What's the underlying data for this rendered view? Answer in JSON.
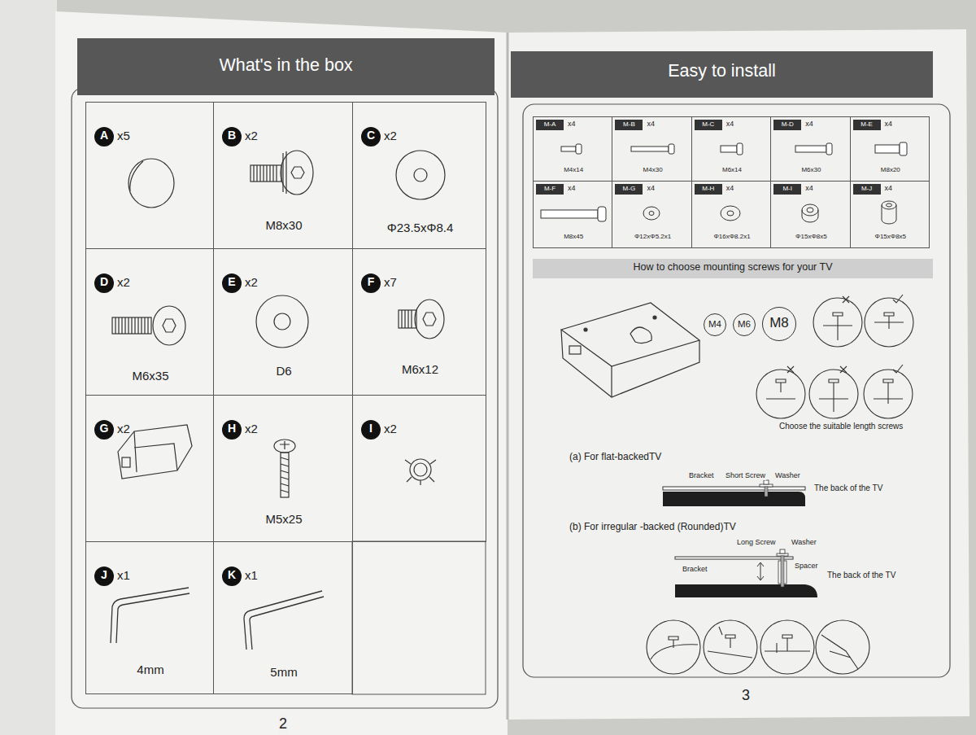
{
  "diagram": {
    "nodes": [
      {
        "text": [
          "What's in the box"
        ]
      },
      {
        "text": [
          "x5"
        ]
      },
      {
        "text": [
          "A"
        ],
        "in": 1
      },
      {
        "text": [
          "x2",
          "M8x30"
        ]
      },
      {
        "text": [
          "B"
        ],
        "in": 3
      },
      {
        "text": [
          "x2",
          "Φ23.5xΦ8.4"
        ]
      },
      {
        "text": [
          "C"
        ],
        "in": 5
      },
      {
        "text": [
          "x2",
          "M6x35"
        ]
      },
      {
        "text": [
          "D"
        ],
        "in": 7
      },
      {
        "text": [
          "x2",
          "D6"
        ]
      },
      {
        "text": [
          "E"
        ],
        "in": 9
      },
      {
        "text": [
          "x7",
          "M6x12"
        ]
      },
      {
        "text": [
          "F"
        ],
        "in": 11
      },
      {
        "text": [
          "x2"
        ]
      },
      {
        "text": [
          "G"
        ],
        "in": 13
      },
      {
        "text": [
          "x2",
          "M5x25"
        ]
      },
      {
        "text": [
          "H"
        ],
        "in": 15
      },
      {
        "text": [
          "x2"
        ]
      },
      {
        "text": [
          "I"
        ],
        "in": 17
      },
      {
        "text": [
          "x1",
          "4mm"
        ]
      },
      {
        "text": [
          "J"
        ],
        "in": 19
      },
      {
        "text": [
          "x1",
          "5mm"
        ]
      },
      {
        "text": [
          "K"
        ],
        "in": 21
      },
      {
        "text": [
          "Easy to install"
        ]
      },
      {
        "text": [
          "x4",
          "M4x14"
        ]
      },
      {
        "text": [
          "M-A"
        ],
        "in": 24
      },
      {
        "text": [
          "x4",
          "M4x30"
        ]
      },
      {
        "text": [
          "M-B"
        ],
        "in": 26
      },
      {
        "text": [
          "x4",
          "M6x14"
        ]
      },
      {
        "text": [
          "M-C"
        ],
        "in": 28
      },
      {
        "text": [
          "x4",
          "M6x30"
        ]
      },
      {
        "text": [
          "M-D"
        ],
        "in": 30
      },
      {
        "text": [
          "x4",
          "M8x20"
        ]
      },
      {
        "text": [
          "M-E"
        ],
        "in": 32
      },
      {
        "text": [
          "x4",
          "M8x45"
        ]
      },
      {
        "text": [
          "M-F"
        ],
        "in": 34
      },
      {
        "text": [
          "x4",
          "Φ12xΦ5.2x1"
        ]
      },
      {
        "text": [
          "M-G"
        ],
        "in": 36
      },
      {
        "text": [
          "x4",
          "Φ16xΦ8.2x1"
        ]
      },
      {
        "text": [
          "M-H"
        ],
        "in": 38
      },
      {
        "text": [
          "x4",
          "Φ15xΦ8x5"
        ]
      },
      {
        "text": [
          "M-I"
        ],
        "in": 40
      },
      {
        "text": [
          "x4",
          "Φ15xΦ8x5"
        ]
      },
      {
        "text": [
          "M-J"
        ],
        "in": 42
      },
      {
        "text": [
          "How to choose mounting screws for your TV"
        ]
      },
      {
        "text": [
          "M4"
        ]
      },
      {
        "text": [
          "M6"
        ]
      },
      {
        "text": [
          "M8"
        ]
      }
    ],
    "labels": [
      "Choose the suitable length screws",
      "(a) For flat-backedTV",
      "Bracket",
      "Short Screw",
      "Washer",
      "The back of the TV",
      "(b) For irregular -backed (Rounded)TV",
      "Long Screw",
      "Washer",
      "Bracket",
      "Spacer",
      "The back of the TV",
      "2",
      "3"
    ]
  }
}
